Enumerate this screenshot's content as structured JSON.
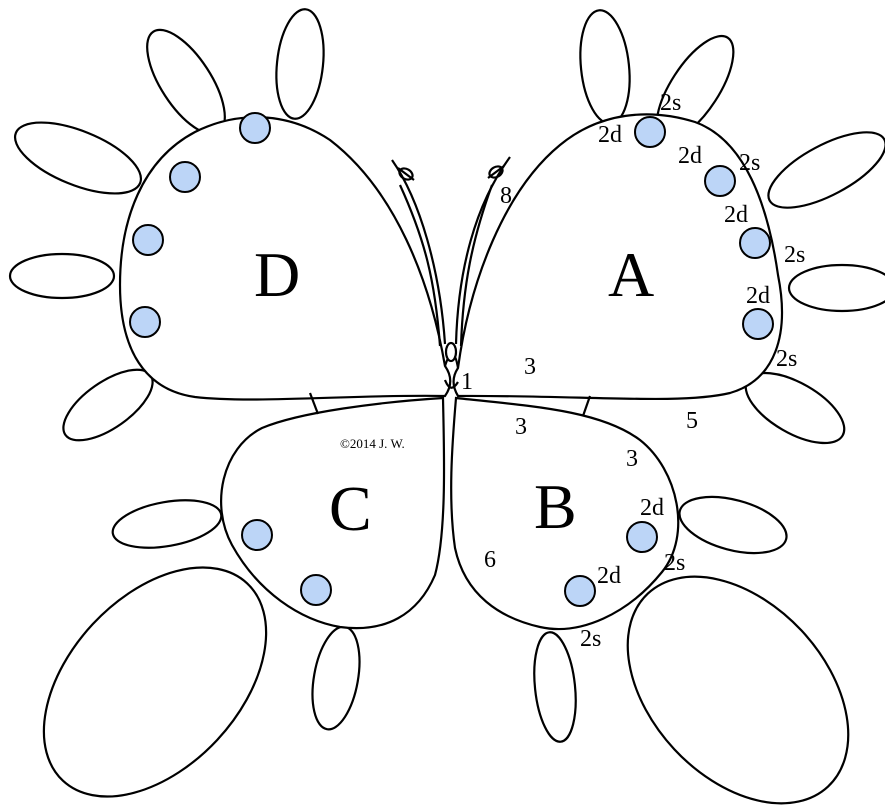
{
  "wings": {
    "a": "A",
    "b": "B",
    "c": "C",
    "d": "D"
  },
  "copyright": "©2014 J. W.",
  "stitch_labels": {
    "a_2d_1": "2d",
    "a_2s_1": "2s",
    "a_2d_2": "2d",
    "a_2s_2": "2s",
    "a_2d_3": "2d",
    "a_2s_3": "2s",
    "a_2d_4": "2d",
    "a_2s_4": "2s",
    "a_3": "3",
    "a_1": "1",
    "a_8": "8",
    "a_5": "5",
    "b_3_top": "3",
    "b_3_right": "3",
    "b_2d_1": "2d",
    "b_2s_1": "2s",
    "b_2d_2": "2d",
    "b_2s_2": "2s",
    "b_6": "6"
  },
  "colors": {
    "bead_fill": "#bcd5f7",
    "line": "#000000",
    "background": "#ffffff"
  }
}
